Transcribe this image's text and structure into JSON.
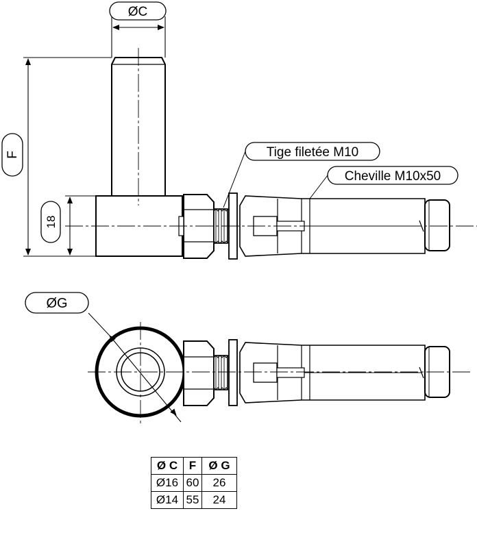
{
  "labels": {
    "dia_c": "ØC",
    "dim_f": "F",
    "dim_18": "18",
    "dia_g": "ØG",
    "tige": "Tige filetée M10",
    "cheville": "Cheville M10x50"
  },
  "table": {
    "headers": [
      "Ø C",
      "F",
      "Ø G"
    ],
    "rows": [
      [
        "Ø16",
        "60",
        "26"
      ],
      [
        "Ø14",
        "55",
        "24"
      ]
    ]
  }
}
